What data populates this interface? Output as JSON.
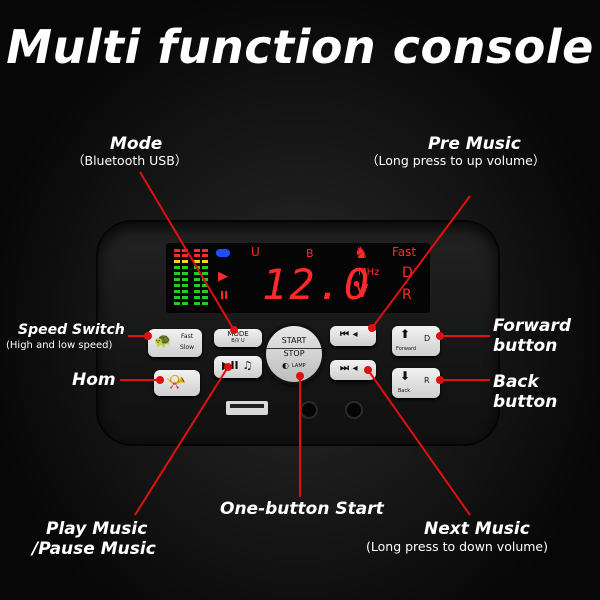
{
  "title": "Multi function console",
  "labels": {
    "mode": "Mode",
    "mode_sub": "（Bluetooth USB）",
    "pre_music": "Pre Music",
    "pre_music_sub": "（Long press to up volume）",
    "speed_switch": "Speed Switch",
    "speed_switch_sub": "(High and low speed)",
    "forward": "Forward",
    "forward2": "button",
    "horn": "Hom",
    "back": "Back",
    "back2": "button",
    "play_music": "Play Music",
    "pause_music": "/Pause Music",
    "one_button_start": "One-button Start",
    "next_music": "Next Music",
    "next_music_sub": "(Long press to down volume)"
  },
  "lcd": {
    "voltage": "12.0",
    "unit": "V",
    "u": "U",
    "bt": "B",
    "fast": "Fast",
    "mhz": "MHz",
    "d": "D",
    "r": "R"
  },
  "buttons": {
    "mode": "MODE",
    "mode_sub": "B/î/ U",
    "start": "START",
    "stop": "STOP",
    "lamp": "LAMP",
    "fast": "Fast",
    "slow": "Slow",
    "forward_btn": "Forward",
    "forward_d": "D",
    "back_btn": "Back",
    "back_r": "R"
  },
  "colors": {
    "accent": "#e01010",
    "lcd_red": "#ff2a2a",
    "lcd_green": "#1fd11f",
    "lcd_blue": "#1f4dff"
  }
}
